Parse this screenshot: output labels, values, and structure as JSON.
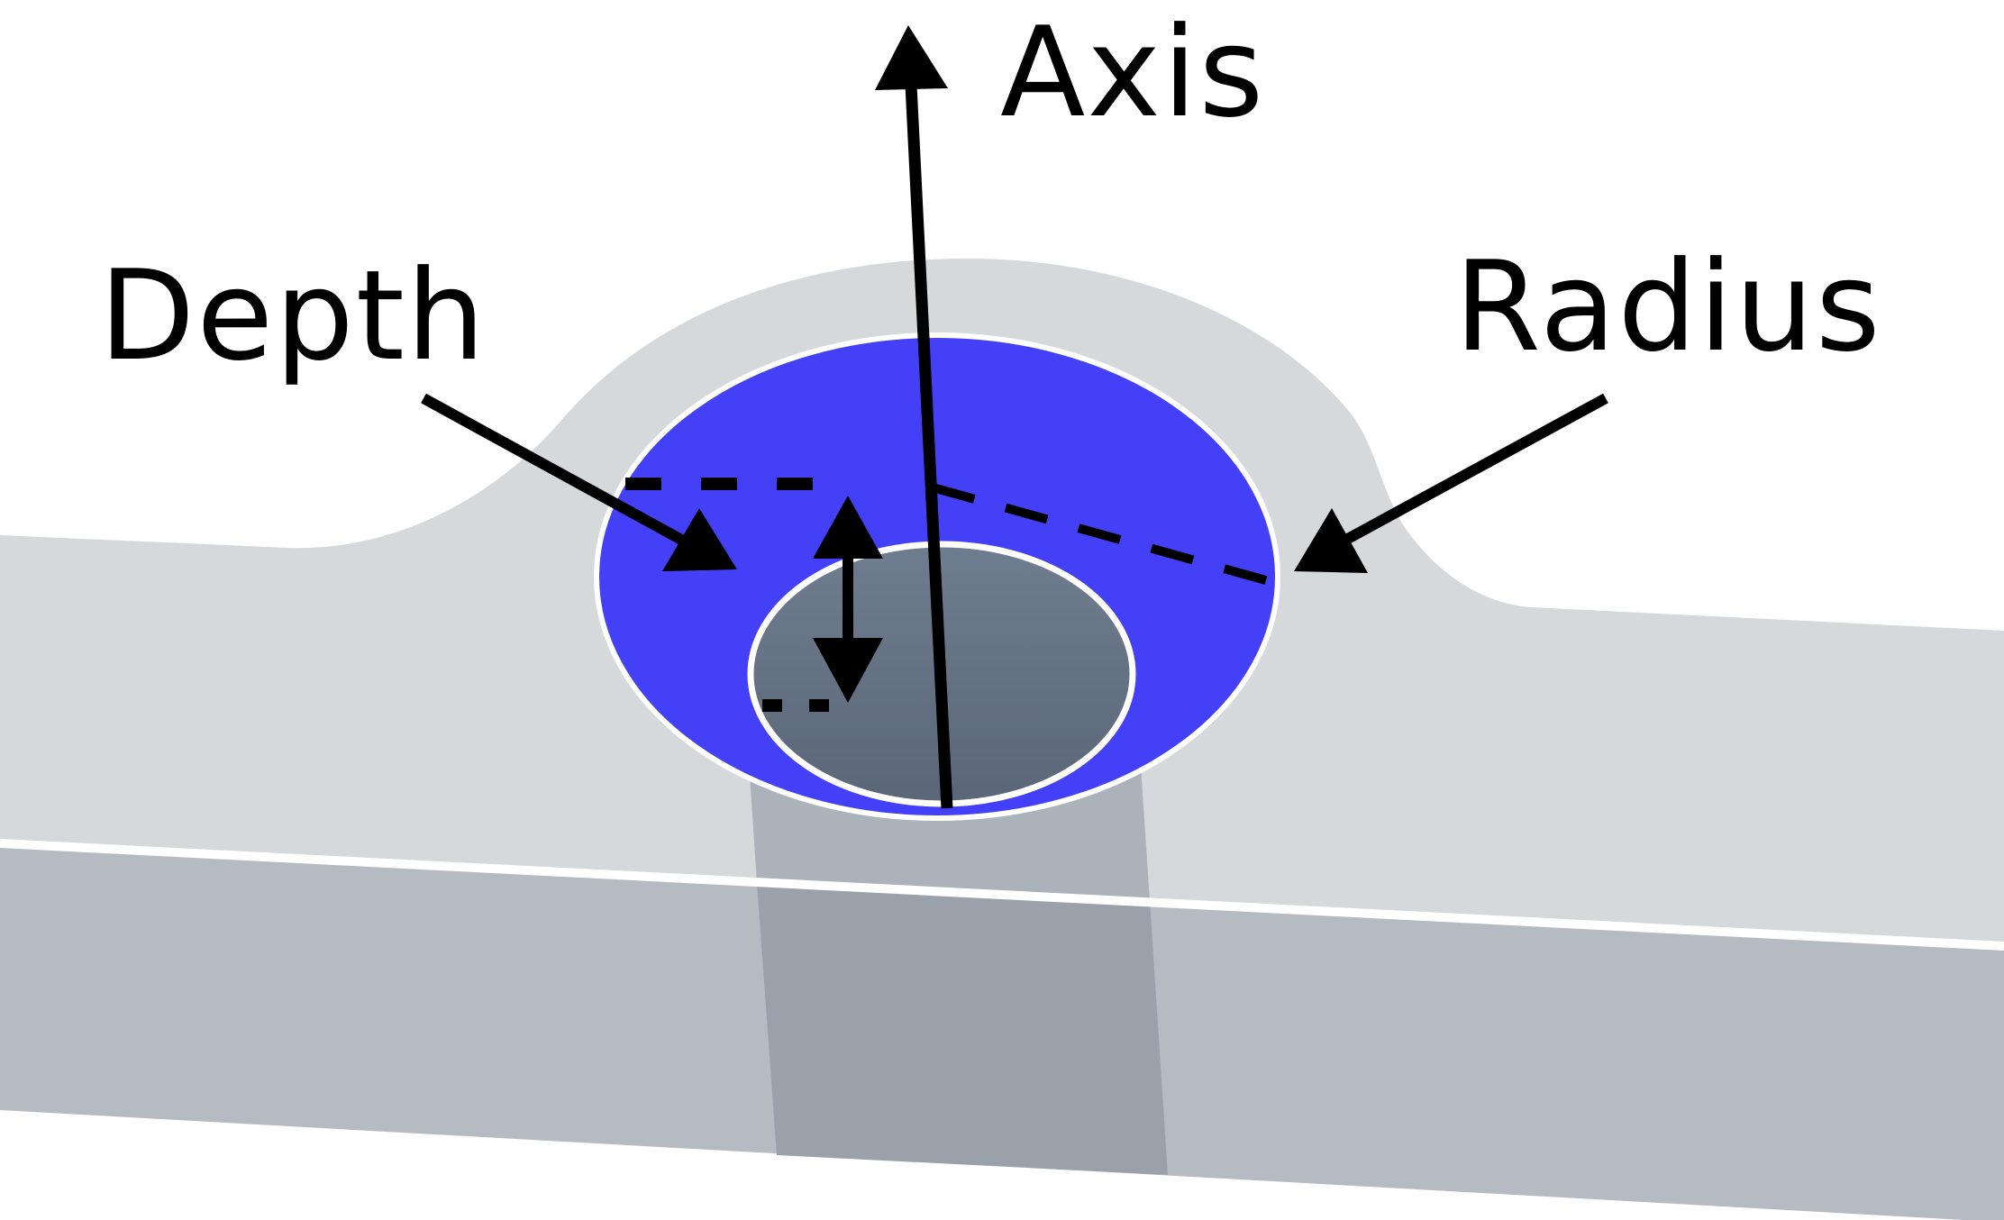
{
  "labels": {
    "axis": "Axis",
    "depth": "Depth",
    "radius": "Radius"
  },
  "colors": {
    "background": "#ffffff",
    "plate_top": "#d5d9dc",
    "plate_side": "#b6bac1",
    "bore_wall": "#9aa1ab",
    "bore_shadow": "#acb2ba",
    "countersink": "#4340f7",
    "hole_top": "#6e7d8f",
    "hole_bottom": "#5b6778",
    "edge_highlight": "#ffffff",
    "annotation": "#000000"
  },
  "icons": {
    "axis_arrow": "arrow-up-icon",
    "depth_arrow": "double-arrow-icon",
    "pointer_arrow": "pointer-arrow-icon"
  }
}
